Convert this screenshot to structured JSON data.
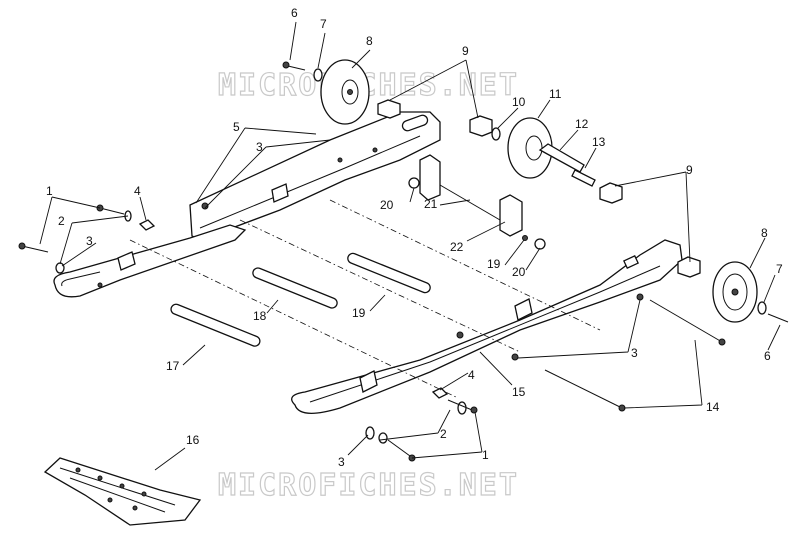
{
  "watermark": {
    "top": "MICROFICHES.NET",
    "bottom": "MICROFICHES.NET"
  },
  "callouts": [
    {
      "id": "c6a",
      "text": "6"
    },
    {
      "id": "c7a",
      "text": "7"
    },
    {
      "id": "c8a",
      "text": "8"
    },
    {
      "id": "c9a",
      "text": "9"
    },
    {
      "id": "c10",
      "text": "10"
    },
    {
      "id": "c11",
      "text": "11"
    },
    {
      "id": "c12",
      "text": "12"
    },
    {
      "id": "c13",
      "text": "13"
    },
    {
      "id": "c5",
      "text": "5"
    },
    {
      "id": "c3a",
      "text": "3"
    },
    {
      "id": "c1a",
      "text": "1"
    },
    {
      "id": "c4a",
      "text": "4"
    },
    {
      "id": "c2a",
      "text": "2"
    },
    {
      "id": "c3b",
      "text": "3"
    },
    {
      "id": "c20a",
      "text": "20"
    },
    {
      "id": "c21",
      "text": "21"
    },
    {
      "id": "c22",
      "text": "22"
    },
    {
      "id": "c19a",
      "text": "19"
    },
    {
      "id": "c20b",
      "text": "20"
    },
    {
      "id": "c9b",
      "text": "9"
    },
    {
      "id": "c8b",
      "text": "8"
    },
    {
      "id": "c7b",
      "text": "7"
    },
    {
      "id": "c6b",
      "text": "6"
    },
    {
      "id": "c18",
      "text": "18"
    },
    {
      "id": "c19b",
      "text": "19"
    },
    {
      "id": "c17",
      "text": "17"
    },
    {
      "id": "c3c",
      "text": "3"
    },
    {
      "id": "c15",
      "text": "15"
    },
    {
      "id": "c14",
      "text": "14"
    },
    {
      "id": "c4b",
      "text": "4"
    },
    {
      "id": "c2b",
      "text": "2"
    },
    {
      "id": "c16",
      "text": "16"
    },
    {
      "id": "c3d",
      "text": "3"
    },
    {
      "id": "c1b",
      "text": "1"
    }
  ],
  "colors": {
    "ink": "#111111",
    "watermark": "#c9c9c9",
    "background": "#ffffff"
  }
}
